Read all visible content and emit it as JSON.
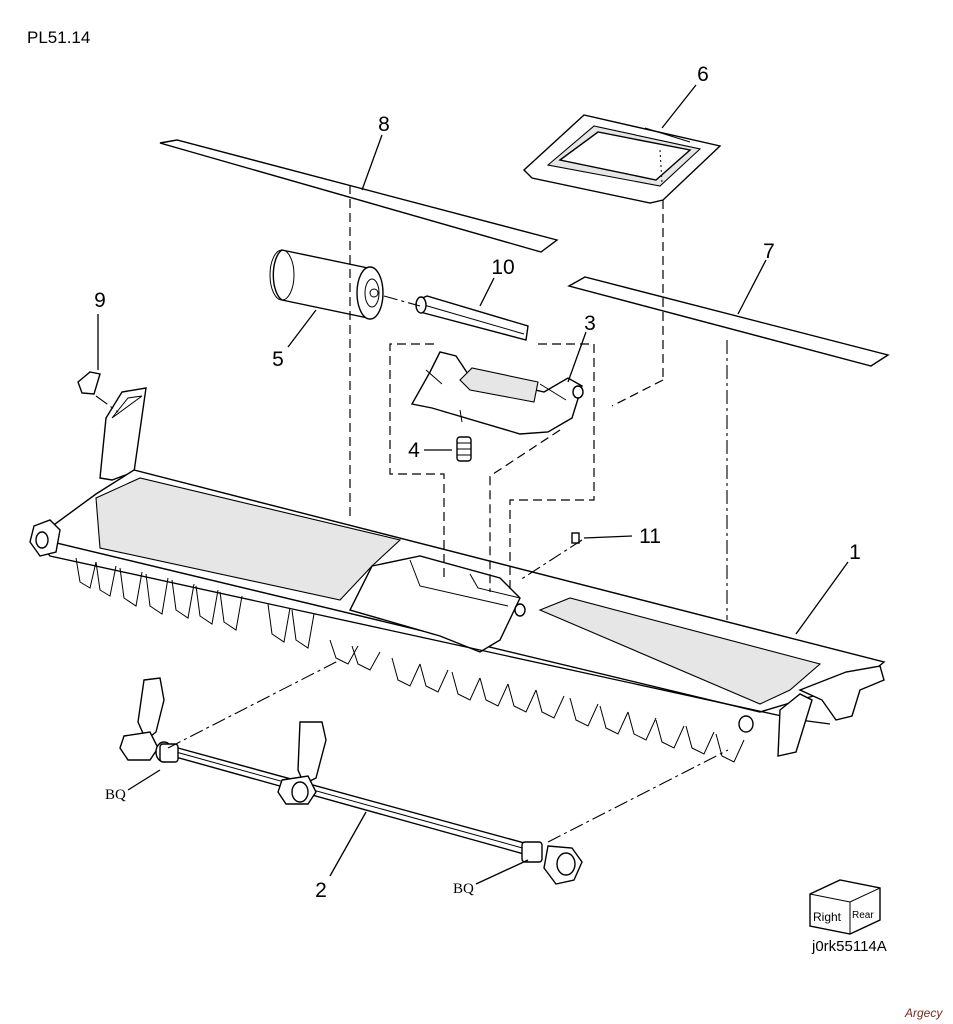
{
  "plate_id": "PL51.14",
  "drawing_code": "j0rk55114A",
  "watermark": "Argecy",
  "orientation_box": {
    "front_label": "Right",
    "side_label": "Rear"
  },
  "callouts": {
    "c1": "1",
    "c2": "2",
    "c3": "3",
    "c4": "4",
    "c5": "5",
    "c6": "6",
    "c7": "7",
    "c8": "8",
    "c9": "9",
    "c10": "10",
    "c11": "11"
  },
  "bq_labels": {
    "left": "BQ",
    "right": "BQ"
  }
}
